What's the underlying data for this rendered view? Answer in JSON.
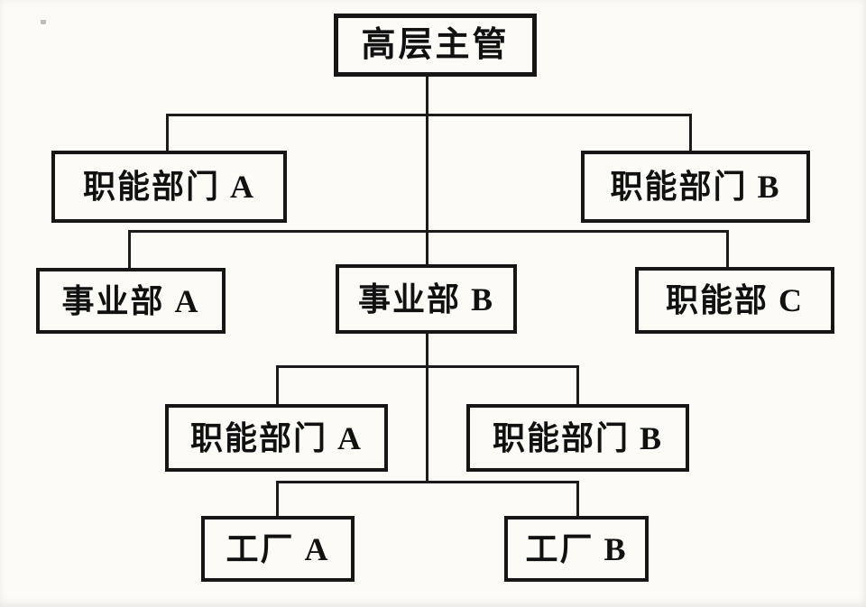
{
  "diagram": {
    "type": "org-chart",
    "description_visible_text_only": true,
    "nodes": [
      {
        "id": "top-executive",
        "level": 1,
        "label": "高层主管"
      },
      {
        "id": "functional-dept-a-hq",
        "level": 2,
        "label": "职能部门 A"
      },
      {
        "id": "functional-dept-b-hq",
        "level": 2,
        "label": "职能部门 B"
      },
      {
        "id": "division-a",
        "level": 3,
        "label": "事业部 A"
      },
      {
        "id": "division-b",
        "level": 3,
        "label": "事业部 B"
      },
      {
        "id": "functional-dept-c",
        "level": 3,
        "label": "职能部 C"
      },
      {
        "id": "functional-dept-a-div",
        "level": 4,
        "label": "职能部门 A"
      },
      {
        "id": "functional-dept-b-div",
        "level": 4,
        "label": "职能部门 B"
      },
      {
        "id": "factory-a",
        "level": 5,
        "label": "工厂 A"
      },
      {
        "id": "factory-b",
        "level": 5,
        "label": "工厂 B"
      }
    ],
    "edges": [
      {
        "from": "top-executive",
        "to": [
          "functional-dept-a-hq",
          "functional-dept-b-hq"
        ]
      },
      {
        "from": "top-executive",
        "to": [
          "division-a",
          "division-b",
          "functional-dept-c"
        ]
      },
      {
        "from": "division-b",
        "to": [
          "functional-dept-a-div",
          "functional-dept-b-div"
        ]
      },
      {
        "from": "division-b",
        "to": [
          "factory-a",
          "factory-b"
        ]
      }
    ],
    "colors": {
      "ink": "#161616",
      "paper": "#fcfbf8"
    }
  }
}
